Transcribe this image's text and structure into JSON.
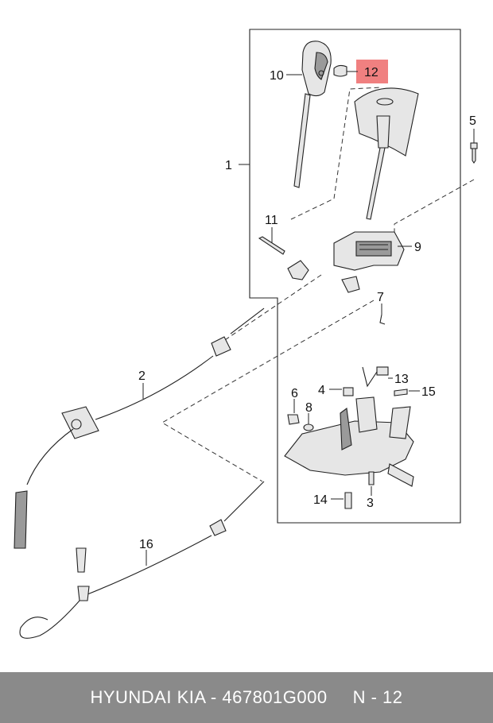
{
  "callouts": {
    "c1": "1",
    "c2": "2",
    "c3": "3",
    "c4": "4",
    "c5": "5",
    "c6": "6",
    "c7": "7",
    "c8": "8",
    "c9": "9",
    "c10": "10",
    "c11": "11",
    "c12": "12",
    "c13": "13",
    "c14": "14",
    "c15": "15",
    "c16": "16"
  },
  "highlight": {
    "callout": "12",
    "color": "#f08080"
  },
  "footer": {
    "brand": "HYUNDAI  KIA - 467801G000",
    "page": "N - 12",
    "background": "#8a8a8a"
  }
}
